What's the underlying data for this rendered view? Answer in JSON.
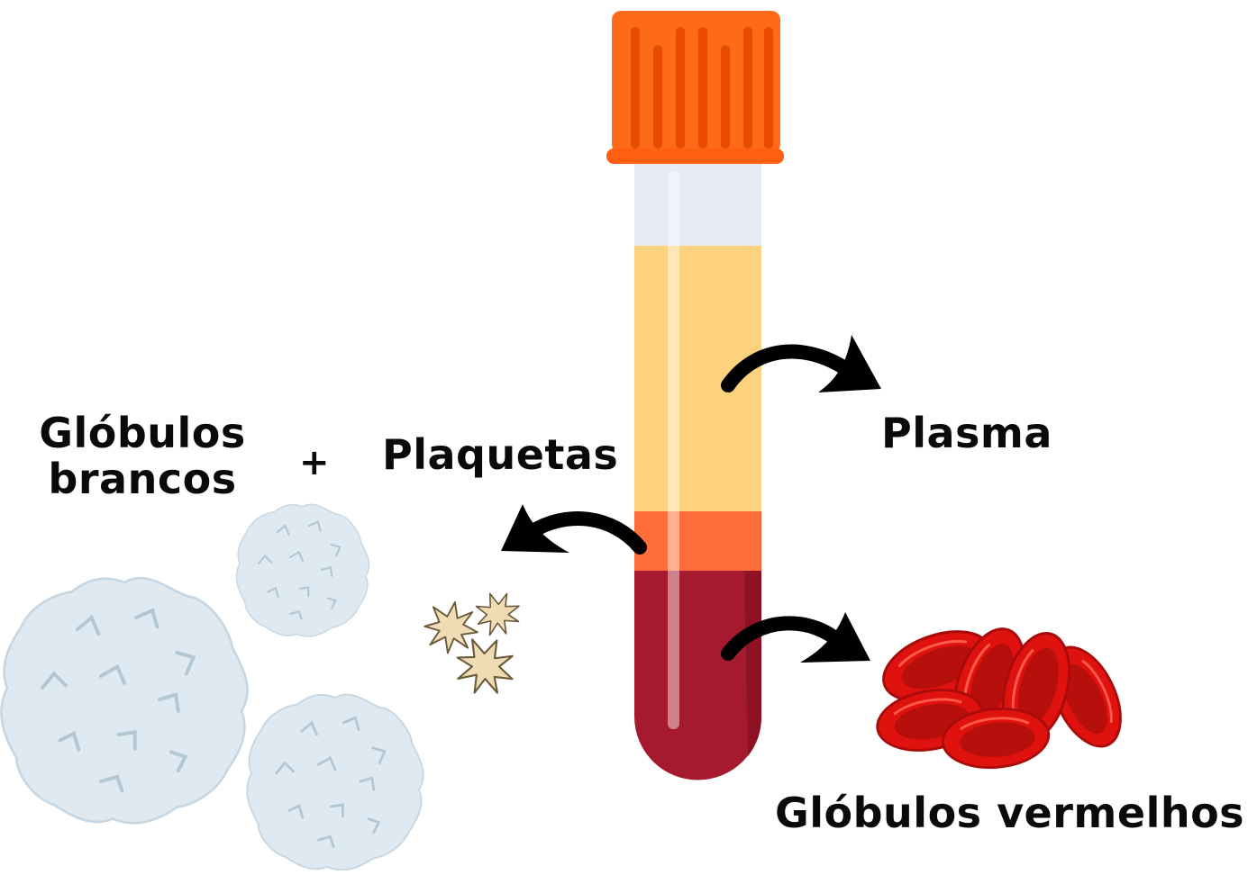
{
  "labels": {
    "white_cells_line1": "Glóbulos",
    "white_cells_line2": "brancos",
    "plus": "+",
    "platelets": "Plaquetas",
    "plasma": "Plasma",
    "red_cells": "Glóbulos vermelhos"
  },
  "colors": {
    "cap": "#ff6a1a",
    "cap_ridge": "#e84a00",
    "tube_empty": "#e6eaf5",
    "plasma": "#fdd27f",
    "buffy_coat": "#ff6e3a",
    "blood": "#a51a2e",
    "white_cell": "#dfe9f1",
    "platelet": "#efdcb4",
    "red_cell": "#e0120f",
    "arrow": "#000000"
  }
}
